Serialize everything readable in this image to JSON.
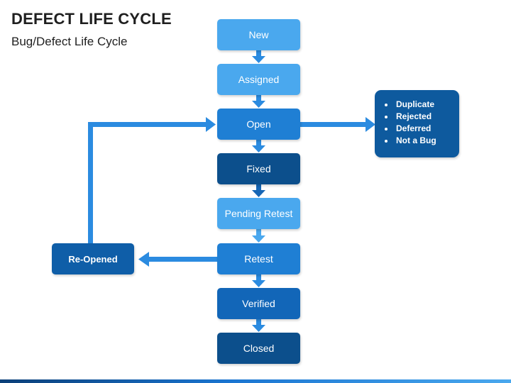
{
  "title": "DEFECT LIFE CYCLE",
  "subtitle": "Bug/Defect Life Cycle",
  "stages": [
    {
      "label": "New"
    },
    {
      "label": "Assigned"
    },
    {
      "label": "Open"
    },
    {
      "label": "Fixed"
    },
    {
      "label": "Pending Retest"
    },
    {
      "label": "Retest"
    },
    {
      "label": "Verified"
    },
    {
      "label": "Closed"
    }
  ],
  "reopened": {
    "label": "Re-Opened"
  },
  "open_outcomes": [
    "Duplicate",
    "Rejected",
    "Deferred",
    "Not a Bug"
  ],
  "colors": {
    "light": "#4aa8ee",
    "mid": "#1f7fd4",
    "deep": "#1266b8",
    "dark": "#0c4f8c",
    "arrow": "#2b8be0"
  }
}
